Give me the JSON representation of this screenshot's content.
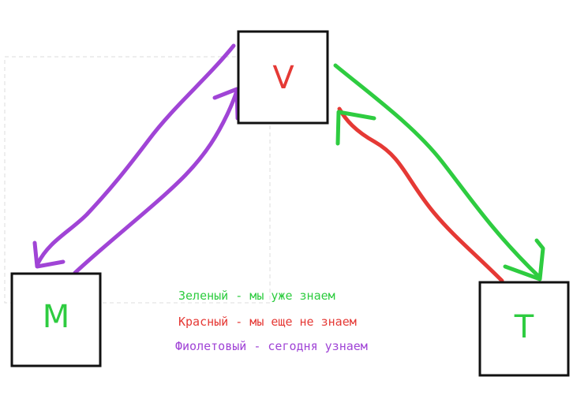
{
  "nodes": {
    "v": {
      "label": "V",
      "color": "#e53935"
    },
    "m": {
      "label": "M",
      "color": "#2ecc40"
    },
    "t": {
      "label": "T",
      "color": "#2ecc40"
    }
  },
  "legend": [
    {
      "text": "Зеленый - мы уже знаем",
      "color": "#2ecc40"
    },
    {
      "text": "Красный - мы еще не знаем",
      "color": "#e53935"
    },
    {
      "text": "Фиолетовый - сегодня узнаем",
      "color": "#a044d6"
    }
  ],
  "colors": {
    "box_stroke": "#111111",
    "green": "#2ecc40",
    "red": "#e53935",
    "purple": "#a044d6",
    "guide": "#dcdcdc"
  }
}
